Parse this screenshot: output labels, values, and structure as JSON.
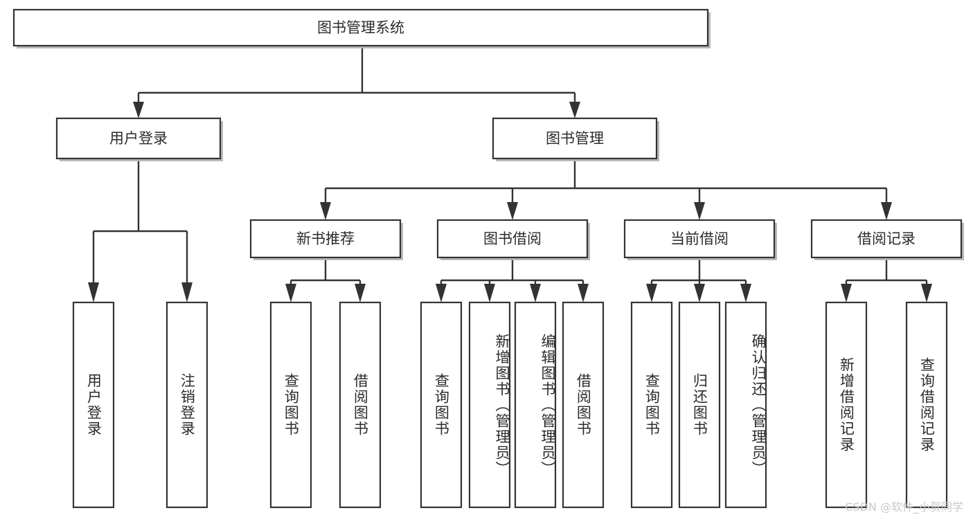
{
  "diagram": {
    "title": "图书管理系统",
    "type": "hierarchy-tree",
    "watermark": "CSDN @软件_小贺同学",
    "colors": {
      "box_fill": "#ffffff",
      "box_stroke": "#333333",
      "connector": "#333333",
      "text": "#2b2b2b",
      "watermark": "#c9c9c9"
    },
    "root": {
      "label": "图书管理系统"
    },
    "level2": [
      {
        "label": "用户登录"
      },
      {
        "label": "图书管理"
      }
    ],
    "level3": [
      {
        "label": "新书推荐"
      },
      {
        "label": "图书借阅"
      },
      {
        "label": "当前借阅"
      },
      {
        "label": "借阅记录"
      }
    ],
    "leaves": {
      "user_login": [
        {
          "label": "用户登录"
        },
        {
          "label": "注销登录"
        }
      ],
      "new_book_recommend": [
        {
          "label": "查询图书"
        },
        {
          "label": "借阅图书"
        }
      ],
      "book_borrow": [
        {
          "label": "查询图书"
        },
        {
          "label": "新增图书（管理员）"
        },
        {
          "label": "编辑图书（管理员）"
        },
        {
          "label": "借阅图书"
        }
      ],
      "current_borrow": [
        {
          "label": "查询图书"
        },
        {
          "label": "归还图书"
        },
        {
          "label": "确认归还（管理员）"
        }
      ],
      "borrow_records": [
        {
          "label": "新增借阅记录"
        },
        {
          "label": "查询借阅记录"
        }
      ]
    }
  }
}
